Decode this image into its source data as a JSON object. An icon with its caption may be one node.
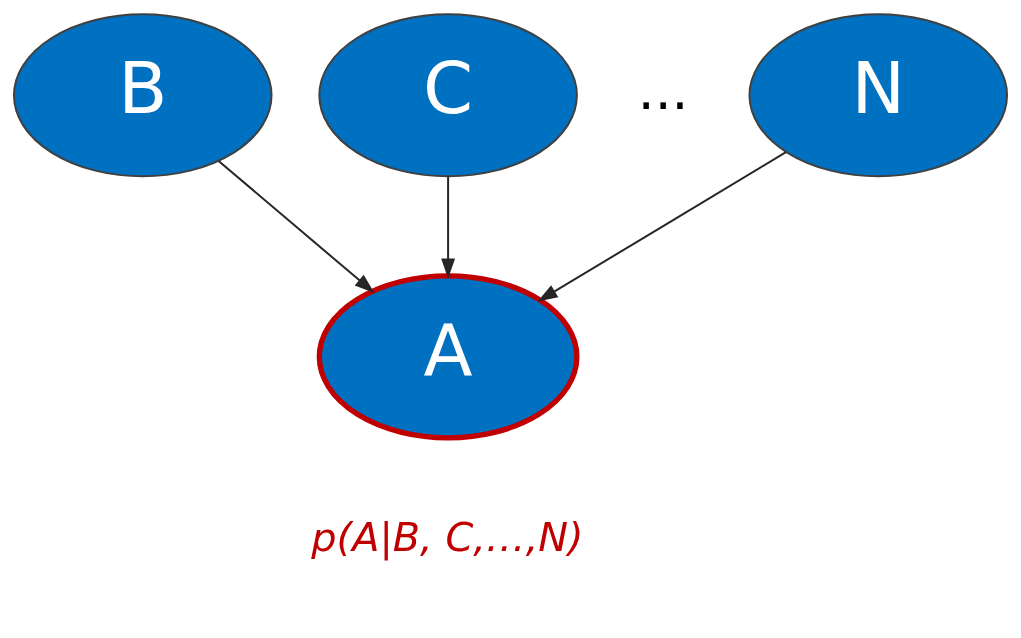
{
  "diagram": {
    "nodes": [
      {
        "text": [
          "B"
        ]
      },
      {
        "text": [
          "C"
        ]
      },
      {
        "text": [
          "N"
        ]
      },
      {
        "text": [
          "A"
        ],
        "beside": [
          "p(A|B, C,…,N)"
        ]
      }
    ],
    "edges": [
      {
        "from": 0,
        "to": 3,
        "arrow": "to"
      },
      {
        "from": 1,
        "to": 3,
        "arrow": "to"
      },
      {
        "from": 2,
        "to": 3,
        "arrow": "to"
      }
    ],
    "labels": [
      "..."
    ]
  }
}
